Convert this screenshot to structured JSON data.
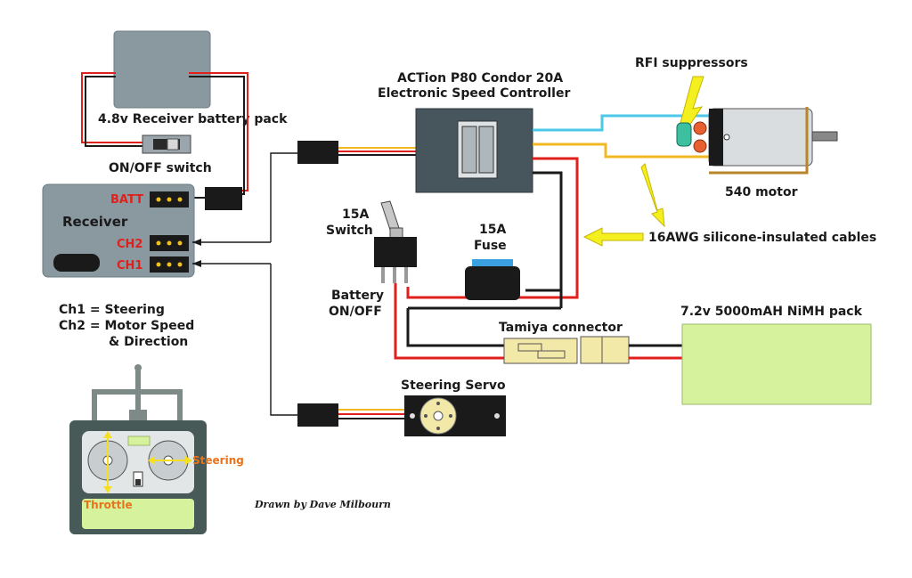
{
  "labels": {
    "battery_pack": "4.8v Receiver battery pack",
    "onoff_switch": "ON/OFF switch",
    "receiver": "Receiver",
    "batt": "BATT",
    "ch2": "CH2",
    "ch1": "CH1",
    "ch1_desc": "Ch1 = Steering",
    "ch2_desc": "Ch2 = Motor Speed",
    "ch2_desc2": "& Direction",
    "esc_line1": "ACTion P80 Condor 20A",
    "esc_line2": "Electronic Speed Controller",
    "rfi": "RFI suppressors",
    "motor": "540 motor",
    "cables": "16AWG silicone-insulated cables",
    "switch_line1": "15A",
    "switch_line2": "Switch",
    "fuse_line1": "15A",
    "fuse_line2": "Fuse",
    "battery_onoff1": "Battery",
    "battery_onoff2": "ON/OFF",
    "tamiya": "Tamiya connector",
    "nimh": "7.2v 5000mAH NiMH pack",
    "servo": "Steering Servo",
    "steering": "Steering",
    "throttle": "Throttle",
    "credit": "Drawn by Dave Milbourn"
  },
  "colors": {
    "wire_red": "#e0201c",
    "wire_black": "#1a1a1a",
    "wire_blue": "#4cc8e8",
    "wire_yellow": "#f0b823",
    "arrow_yellow": "#f4f020",
    "panel_gray": "#8a99a0",
    "esc_body": "#46565c",
    "nimh_green": "#d6f29c",
    "tx_body": "#475a57"
  }
}
